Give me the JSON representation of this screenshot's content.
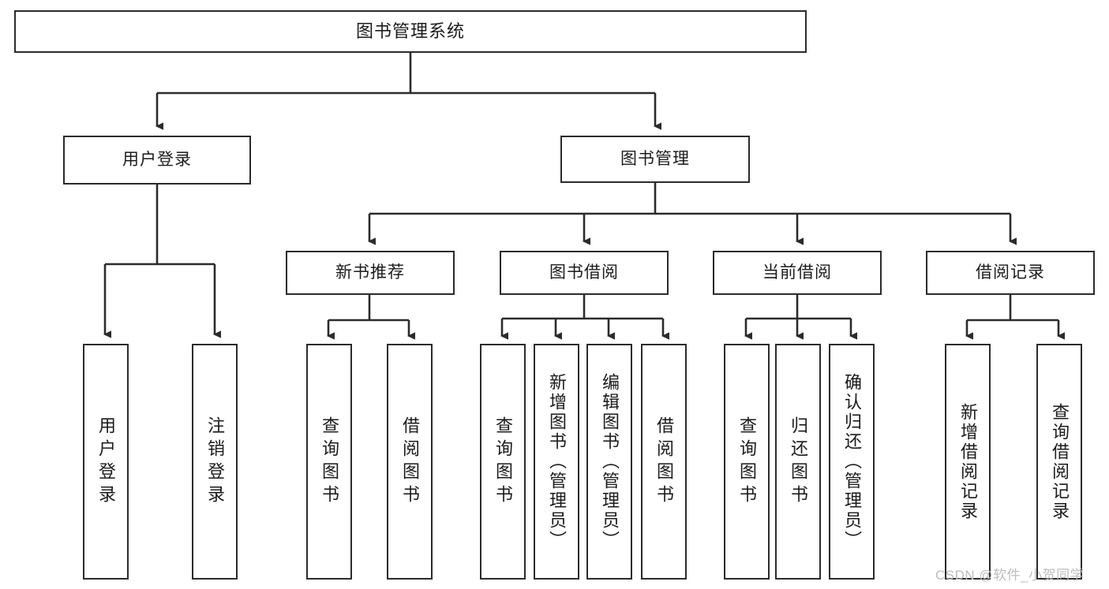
{
  "diagram": {
    "title": "图书管理系统",
    "type": "tree",
    "watermark": "CSDN @软件_小贺同学",
    "colors": {
      "box_border": "#2b2b2b",
      "box_fill": "#ffffff",
      "edge": "#2b2b2b",
      "text": "#1b1b1b",
      "watermark": "#bdbdbd"
    },
    "levels": {
      "root": {
        "label": "图书管理系统"
      },
      "level2": [
        {
          "label": "用户登录"
        },
        {
          "label": "图书管理"
        }
      ],
      "level3": [
        {
          "label": "新书推荐"
        },
        {
          "label": "图书借阅"
        },
        {
          "label": "当前借阅"
        },
        {
          "label": "借阅记录"
        }
      ],
      "leaves": {
        "user_login": [
          {
            "label": "用户登录"
          },
          {
            "label": "注销登录"
          }
        ],
        "new_book_recommend": [
          {
            "label": "查询图书"
          },
          {
            "label": "借阅图书"
          }
        ],
        "book_borrow": [
          {
            "label": "查询图书"
          },
          {
            "label": "新增图书（管理员）"
          },
          {
            "label": "编辑图书（管理员）"
          },
          {
            "label": "借阅图书"
          }
        ],
        "current_borrow": [
          {
            "label": "查询图书"
          },
          {
            "label": "归还图书"
          },
          {
            "label": "确认归还（管理员）"
          }
        ],
        "borrow_record": [
          {
            "label": "新增借阅记录"
          },
          {
            "label": "查询借阅记录"
          }
        ]
      }
    }
  }
}
